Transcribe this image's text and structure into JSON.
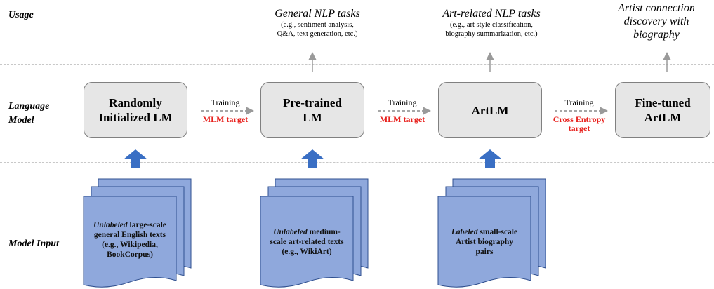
{
  "rows": {
    "usage": "Usage",
    "language_model": "Language\nModel",
    "model_input": "Model Input"
  },
  "models": [
    {
      "name": "Randomly\nInitialized LM"
    },
    {
      "name": "Pre-trained\nLM"
    },
    {
      "name": "ArtLM"
    },
    {
      "name": "Fine-tuned\nArtLM"
    }
  ],
  "training": [
    {
      "label": "Training",
      "target": "MLM target"
    },
    {
      "label": "Training",
      "target": "MLM target"
    },
    {
      "label": "Training",
      "target": "Cross Entropy\ntarget"
    }
  ],
  "usages": [
    {
      "title": "General NLP tasks",
      "sub": "(e.g., sentiment analysis,\nQ&A, text generation, etc.)"
    },
    {
      "title": "Art-related NLP tasks",
      "sub": "(e.g., art style classification,\nbiography summarization, etc.)"
    },
    {
      "title": "Artist connection\ndiscovery with\nbiography",
      "sub": ""
    }
  ],
  "inputs": [
    {
      "emph": "Unlabeled",
      "rest": " large-scale\ngeneral English texts\n(e.g., Wikipedia,\nBookCorpus)"
    },
    {
      "emph": "Unlabeled",
      "rest": " medium-\nscale art-related texts\n(e.g., WikiArt)"
    },
    {
      "emph": "Labeled",
      "rest": " small-scale\nArtist biography\npairs"
    }
  ],
  "colors": {
    "doc_fill": "#8fa8dc",
    "doc_stroke": "#2f4f8f",
    "up_arrow": "#3a6fc4",
    "target_red": "#e8211d",
    "box_fill": "#e6e6e6"
  }
}
